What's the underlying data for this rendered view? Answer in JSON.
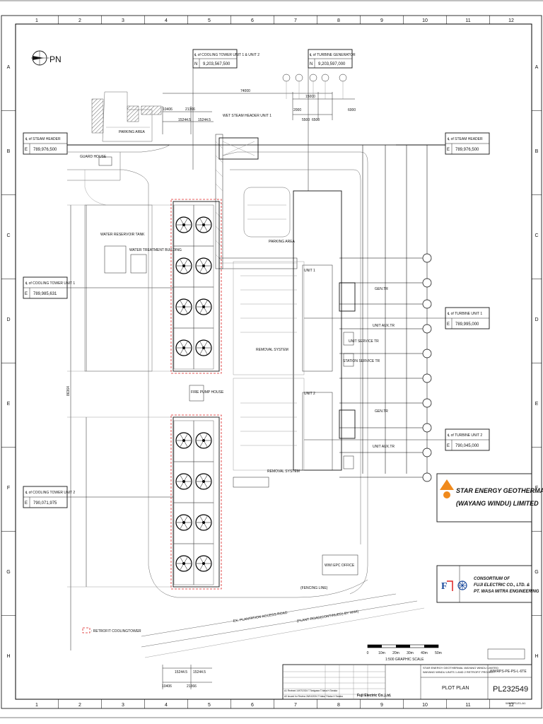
{
  "grid": {
    "columns": [
      "1",
      "2",
      "3",
      "4",
      "5",
      "6",
      "7",
      "8",
      "9",
      "10",
      "11",
      "12"
    ],
    "rows": [
      "A",
      "B",
      "C",
      "D",
      "E",
      "F",
      "G",
      "H"
    ]
  },
  "north_arrow": {
    "label": "PN"
  },
  "callouts": {
    "cooling_tower_unit12": {
      "title": "℄ of COOLING TOWER UNIT 1 & UNIT 2",
      "coord_label": "N",
      "value": "9,203,567,500"
    },
    "turbine_generator": {
      "title": "℄ of TURBINE GENERATOR",
      "coord_label": "N",
      "value": "9,203,597,000"
    },
    "steam_header_left": {
      "title": "℄ of STEAM HEADER",
      "coord_label": "E",
      "value": "789,976,500"
    },
    "steam_header_right": {
      "title": "℄ of STEAM HEADER",
      "coord_label": "E",
      "value": "789,976,500"
    },
    "cooling_tower_unit1": {
      "title": "℄ of COOLING TOWER UNIT 1",
      "coord_label": "E",
      "value": "789,985,631"
    },
    "turbine_unit1": {
      "title": "℄ of TURBINE UNIT 1",
      "coord_label": "E",
      "value": "789,995,000"
    },
    "turbine_unit2": {
      "title": "℄ of TURBINE UNIT 2",
      "coord_label": "E",
      "value": "790,045,000"
    },
    "cooling_tower_unit2": {
      "title": "℄ of COOLING TOWER UNIT 2",
      "coord_label": "E",
      "value": "790,071,975"
    }
  },
  "plan_labels": {
    "parking_area_top": "PARKING AREA",
    "guard_house": "GUARD HOUSE",
    "parking_area_mid": "PARKING AREA",
    "water_reservoir": "WATER RESERVOIR TANK",
    "water_treatment": "WATER TREATMENT BUILDING",
    "steam_header": "WET STEAM HEADER UNIT 1",
    "fire_pump": "FIRE PUMP HOUSE",
    "unit1": "UNIT 1",
    "unit2": "UNIT 2",
    "gen_tr_1": "GEN.TR",
    "unit_aux_tr_1": "UNIT AUX.TR",
    "gen_tr_2": "GEN.TR",
    "unit_aux_tr_2": "UNIT AUX.TR",
    "unit_service_tr": "UNIT SERVICE TR",
    "station_service_tr": "STATION SERVICE TR",
    "removal_system_1": "REMOVAL SYSTEM",
    "removal_system_2": "REMOVAL SYSTEM",
    "wm_epc_office": "WWI EPC OFFICE",
    "fencing_line": "(FENCING LINE)",
    "access_road": "EX. PLANTATION ACCESS ROAD",
    "plant_road": "(PLANT ROAD(CONTINUED) BY WWI)",
    "legend_retrofit": ": RETROFIT COOLINGTOWER"
  },
  "dimensions": {
    "top_overall": "74000",
    "top_a": "15000",
    "top_b": "2000",
    "top_c": "6000",
    "top_d": "5500",
    "top_e": "6500",
    "left_a": "10406",
    "left_b": "21366",
    "left_c": "15244.5",
    "left_d": "15244.5",
    "bottom_a": "15244.5",
    "bottom_b": "15244.5",
    "bottom_c": "10406",
    "bottom_d": "21366",
    "vert_overall": "86364"
  },
  "scale_bar": {
    "ticks": [
      "0",
      "10m",
      "20m",
      "30m",
      "40m",
      "50m"
    ],
    "label": "1:500  GRAPHIC SCALE"
  },
  "title_block": {
    "owner_line1": "STAR ENERGY GEOTHERMAL",
    "owner_line2": "(WAYANG WINDU) LIMITED",
    "consortium_line1": "CONSORTIUM OF",
    "consortium_line2": "FUJI ELECTRIC CO., LTD. &",
    "consortium_line3": "PT. WASA MITRA ENGINEERING",
    "project_line1": "STAR ENERGY GEOTHERMAL WAYANG WINDU LIMITED",
    "project_line2": "WAYANG WINDU UNITS 1 AND 2 RETROFIT PROJECT",
    "drawing_title": "PLOT PLAN",
    "doc_number": "WWRPS-PE-PS-L-6TE",
    "drawing_number": "PL232549",
    "fuji_name": "Fuji Electric Co.,Ltd.",
    "rev_a": "A1  Revised 10/07/2024  T.Tanigawa  T.Naka  H.Tanaka",
    "rev_b": "A0  Issued for Review 26/04/2024  T.Naka  T.Naka  H.Tanaka",
    "sheet_ref": "WWRPS-E1-A1"
  },
  "colors": {
    "ink": "#111111",
    "retrofit": "#dd2222",
    "logo_orange": "#f08a1c",
    "fuji_blue": "#1a4a9c"
  }
}
